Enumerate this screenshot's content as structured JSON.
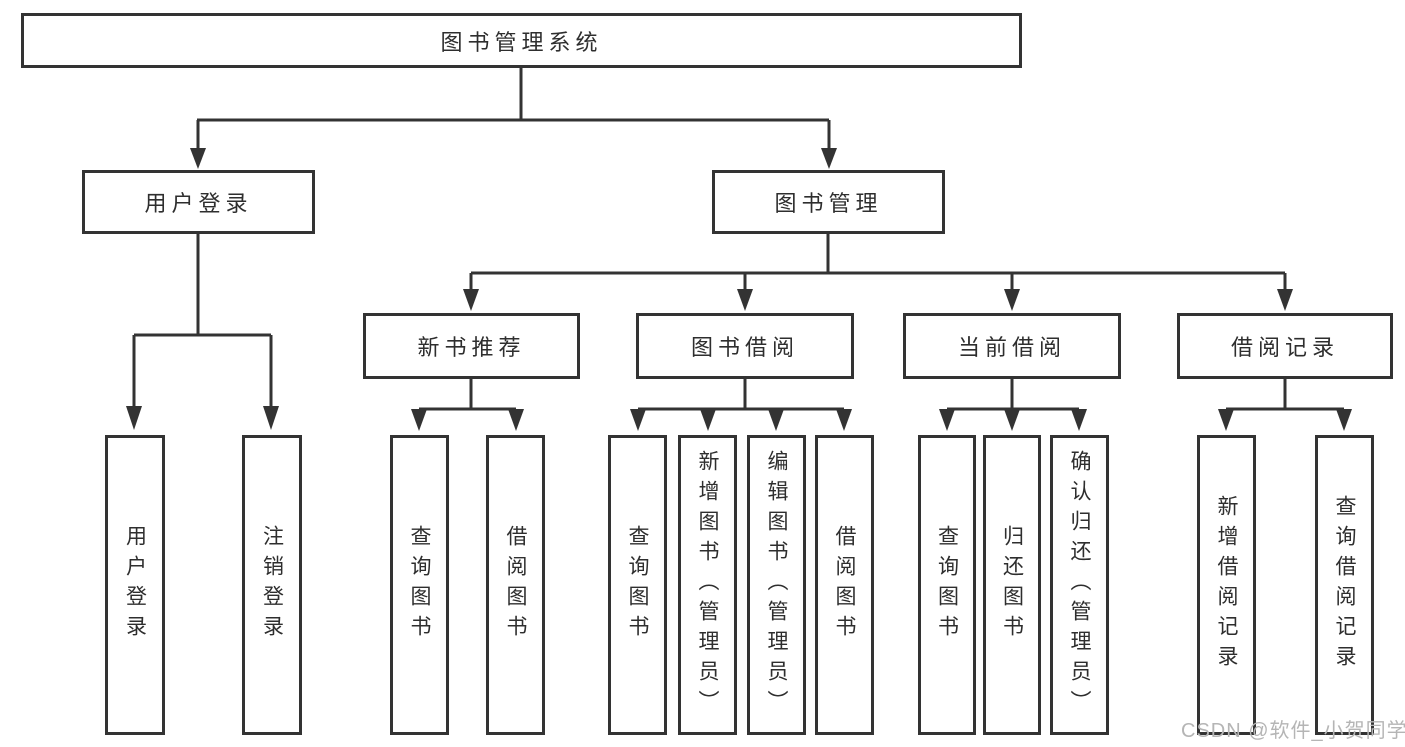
{
  "tree": {
    "root": {
      "label": "图书管理系统",
      "children": [
        {
          "label": "用户登录",
          "children": [
            {
              "label": "用户登录"
            },
            {
              "label": "注销登录"
            }
          ]
        },
        {
          "label": "图书管理",
          "children": [
            {
              "label": "新书推荐",
              "children": [
                {
                  "label": "查询图书"
                },
                {
                  "label": "借阅图书"
                }
              ]
            },
            {
              "label": "图书借阅",
              "children": [
                {
                  "label": "查询图书"
                },
                {
                  "label": "新增图书（管理员）"
                },
                {
                  "label": "编辑图书（管理员）"
                },
                {
                  "label": "借阅图书"
                }
              ]
            },
            {
              "label": "当前借阅",
              "children": [
                {
                  "label": "查询图书"
                },
                {
                  "label": "归还图书"
                },
                {
                  "label": "确认归还（管理员）"
                }
              ]
            },
            {
              "label": "借阅记录",
              "children": [
                {
                  "label": "新增借阅记录"
                },
                {
                  "label": "查询借阅记录"
                }
              ]
            }
          ]
        }
      ]
    }
  },
  "watermark": "CSDN @软件_小贺同学",
  "colors": {
    "line": "#333333",
    "box_background": "#ffffff",
    "text": "#2e2e2e",
    "watermark": "#b5b5b5"
  }
}
